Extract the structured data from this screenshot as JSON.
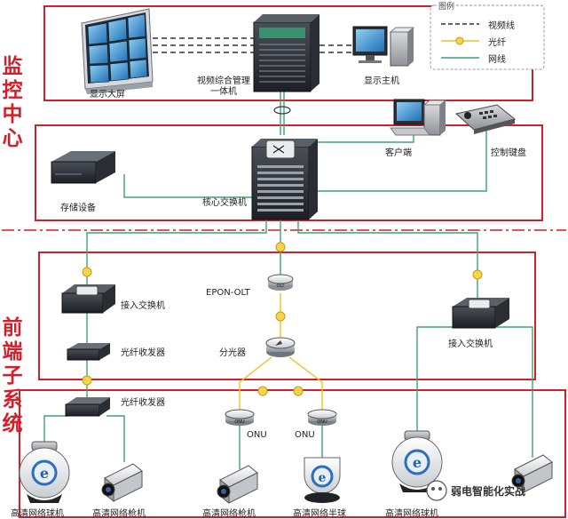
{
  "sections": {
    "monitor_center": "监控中心",
    "front_end": "前端子系统"
  },
  "legend": {
    "title": "图例",
    "video_line": "视频线",
    "fiber": "光纤",
    "network": "网线"
  },
  "devices": {
    "video_wall": "显示大屏",
    "video_platform": "视频综合管理一体机",
    "display_host": "显示主机",
    "client": "客户端",
    "control_keyboard": "控制键盘",
    "storage": "存储设备",
    "core_switch": "核心交换机",
    "access_switch_left": "接入交换机",
    "fiber_transceiver_1": "光纤收发器",
    "fiber_transceiver_2": "光纤收发器",
    "epon_olt": "EPON-OLT",
    "splitter": "分光器",
    "access_switch_right": "接入交换机",
    "onu_1": "ONU",
    "onu_2": "ONU",
    "olt_tag": "OLT",
    "onu_tag_1": "ONU",
    "onu_tag_2": "ONU"
  },
  "cameras": {
    "hd_dome_1": "高清网络球机",
    "hd_box_1": "高清网络枪机",
    "hd_box_2": "高清网络枪机",
    "hd_half_dome": "高清网络半球",
    "hd_dome_2": "高清网络球机"
  },
  "watermark": "弱电智能化实战",
  "colors": {
    "frame_red": "#d21f2a",
    "network_green": "#3aa56a",
    "fiber_yellow": "#f2c21a",
    "video_dash": "#333333",
    "divider_red": "#d21f2a"
  }
}
